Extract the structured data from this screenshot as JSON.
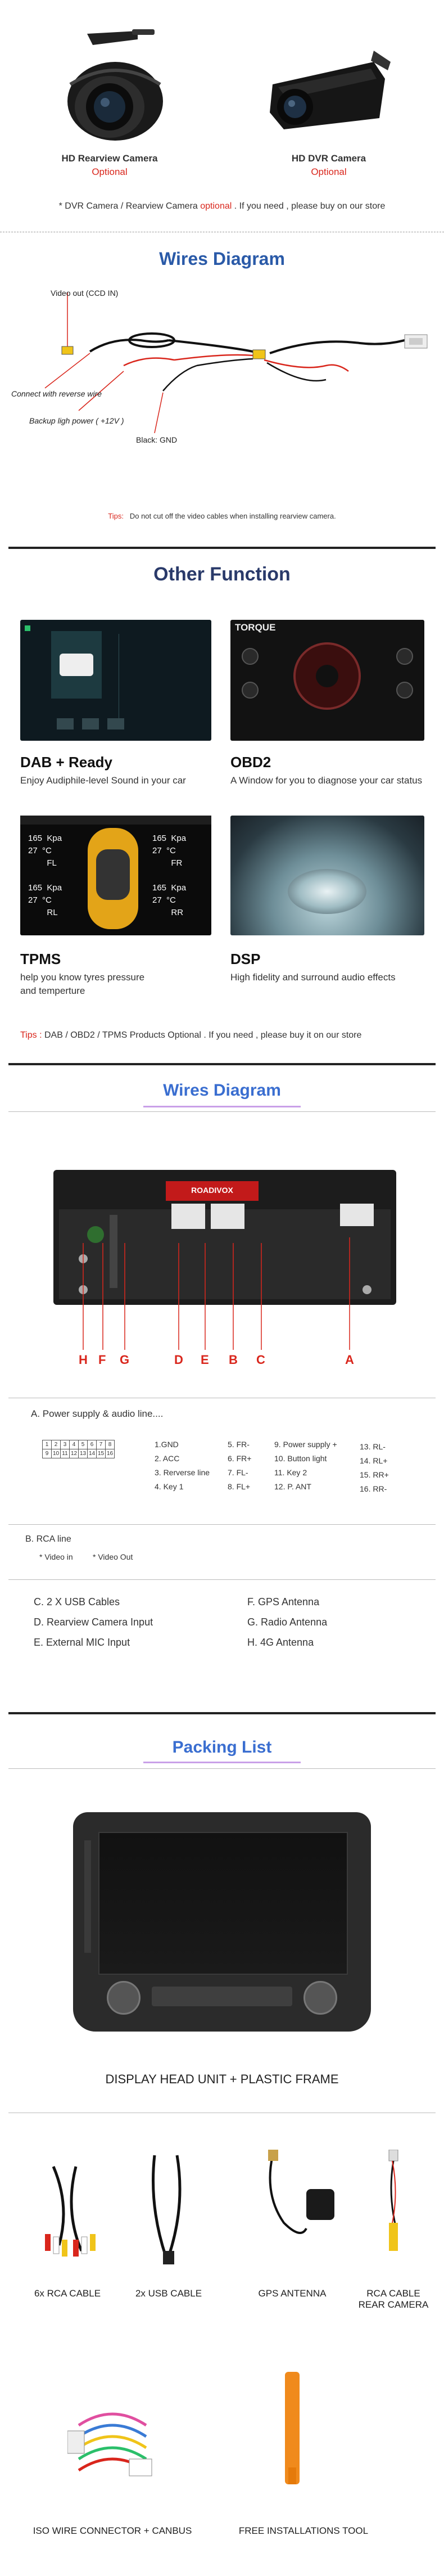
{
  "cameras": [
    {
      "title": "HD Rearview Camera",
      "tag": "Optional"
    },
    {
      "title": "HD DVR Camera",
      "tag": "Optional"
    }
  ],
  "camera_note": {
    "prefix": "* DVR Camera / Rearview Camera ",
    "highlight": "optional",
    "suffix": " . If you need , please buy on our store"
  },
  "wires1": {
    "title": "Wires Diagram",
    "labels": {
      "video": "Video out (CCD IN)",
      "reverse": "Connect with reverse wire",
      "power": "Backup ligh power ( +12V )",
      "gnd": "Black: GND"
    },
    "tips_label": "Tips:",
    "tips_text": "Do not cut off the video cables when installing rearview camera."
  },
  "other": {
    "title": "Other Function",
    "features": [
      {
        "name": "DAB + Ready",
        "desc": "Enjoy Audiphile-level Sound in your car",
        "screen": "DAB"
      },
      {
        "name": "OBD2",
        "desc": "A Window for you to diagnose your car status",
        "screen": "TORQUE"
      },
      {
        "name": "TPMS",
        "desc": "help you know tyres pressure and temperture",
        "screen": "TPMS"
      },
      {
        "name": "DSP",
        "desc": "High fidelity and surround audio effects",
        "screen": "DSP"
      }
    ],
    "tips_label": "Tips :",
    "tips_text": " DAB / OBD2 / TPMS Products Optional . If you need , please buy it on our store"
  },
  "tpms_values": {
    "fl_kpa": "165",
    "fl_c": "27",
    "fr_kpa": "165",
    "fr_c": "27",
    "kpa": "Kpa",
    "c": "°C",
    "fl": "FL",
    "fr": "FR",
    "rl": "RL",
    "rr": "RR"
  },
  "wires2": {
    "title": "Wires Diagram",
    "brand": "ROADIVOX",
    "letters": [
      "H",
      "F",
      "G",
      "D",
      "E",
      "B",
      "C",
      "A"
    ],
    "section_a": "A. Power supply & audio line....",
    "pins_row1": [
      "1",
      "2",
      "3",
      "4",
      "5",
      "6",
      "7",
      "8"
    ],
    "pins_row2": [
      "9",
      "10",
      "11",
      "12",
      "13",
      "14",
      "15",
      "16"
    ],
    "pin_list": [
      [
        "1.GND",
        "2. ACC",
        "3. Rerverse line",
        "4. Key 1"
      ],
      [
        "5. FR-",
        "6. FR+",
        "7. FL-",
        "8. FL+"
      ],
      [
        "9. Power supply +",
        "10. Button light",
        "11. Key 2",
        "12. P. ANT"
      ],
      [
        "13. RL-",
        "14. RL+",
        "15. RR+",
        "16. RR-"
      ]
    ],
    "section_b": "B. RCA line",
    "rca_items": [
      "* Video in",
      "* Video Out"
    ],
    "others_left": [
      "C. 2 X USB Cables",
      "D. Rearview Camera Input",
      "E. External MIC Input"
    ],
    "others_right": [
      "F. GPS Antenna",
      "G. Radio Antenna",
      "H. 4G Antenna"
    ]
  },
  "packing": {
    "title": "Packing List",
    "head_unit": "DISPLAY HEAD UNIT  + PLASTIC FRAME",
    "items": [
      "6x RCA CABLE",
      "2x USB CABLE",
      "GPS ANTENNA",
      "RCA CABLE\nREAR CAMERA"
    ],
    "items2": [
      "ISO WIRE CONNECTOR + CANBUS",
      "FREE INSTALLATIONS TOOL"
    ]
  },
  "colors": {
    "accent": "#2a5aa8",
    "red": "#d9261c",
    "purple_line": "#c9a0e8"
  }
}
